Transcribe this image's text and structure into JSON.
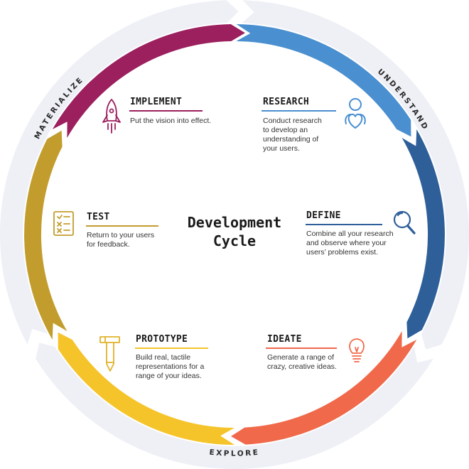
{
  "center_title": {
    "line1": "Development",
    "line2": "Cycle"
  },
  "phases": {
    "understand": "UNDERSTAND",
    "explore": "EXPLORE",
    "materialize": "MATERIALIZE"
  },
  "stages": {
    "research": {
      "title": "RESEARCH",
      "desc": "Conduct research\nto develop an\nunderstanding of\nyour users.",
      "color": "#4a8fd0",
      "icon": "person-heart-icon"
    },
    "define": {
      "title": "DEFINE",
      "desc": "Combine all your research\nand observe where your\nusers’ problems exist.",
      "color": "#2e5f99",
      "icon": "magnifier-icon"
    },
    "ideate": {
      "title": "IDEATE",
      "desc": "Generate a range of\ncrazy, creative ideas.",
      "color": "#f0694a",
      "icon": "lightbulb-icon"
    },
    "prototype": {
      "title": "PROTOTYPE",
      "desc": "Build real, tactile\nrepresentations for a\nrange of your ideas.",
      "color": "#f5c42b",
      "icon": "hammer-pencil-icon"
    },
    "test": {
      "title": "TEST",
      "desc": "Return to your users\nfor feedback.",
      "color": "#c29d2e",
      "icon": "checklist-icon"
    },
    "implement": {
      "title": "IMPLEMENT",
      "desc": "Put the vision into effect.",
      "color": "#9c1f5e",
      "icon": "rocket-icon"
    }
  },
  "colors": {
    "outer_ring": "#eef0f6"
  }
}
